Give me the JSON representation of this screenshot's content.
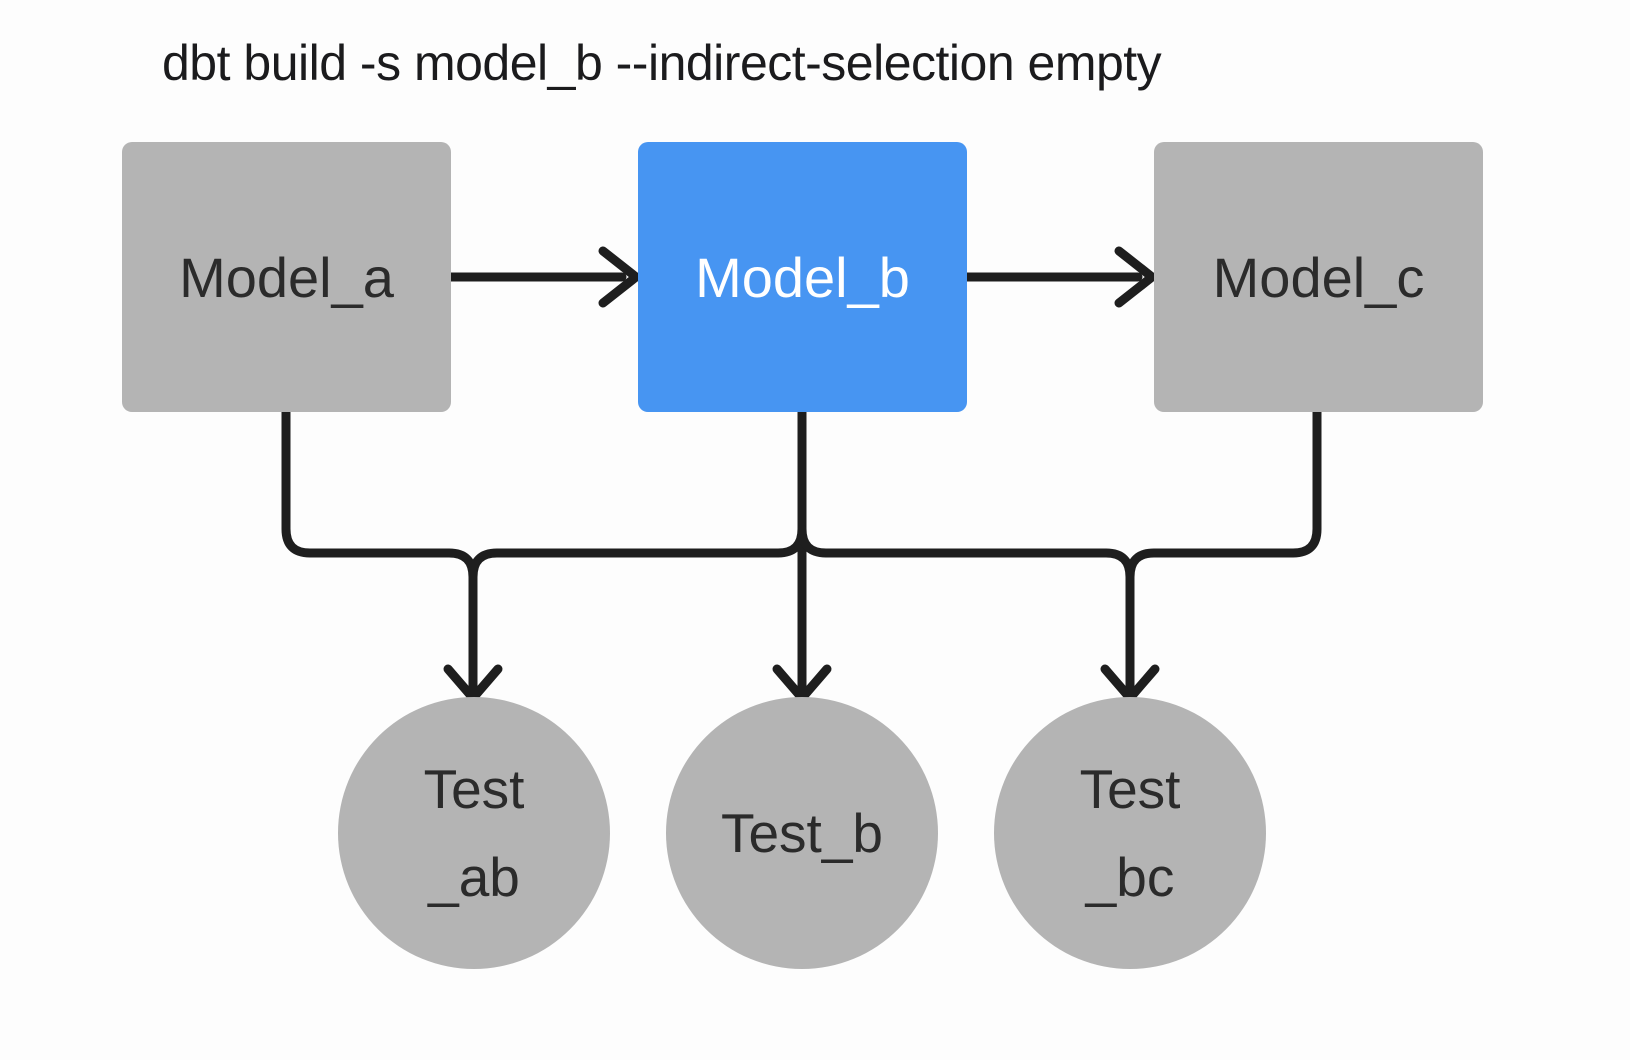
{
  "title": "dbt build -s model_b --indirect-selection empty",
  "nodes": {
    "model_a": {
      "label": "Model_a",
      "kind": "model",
      "selected": false
    },
    "model_b": {
      "label": "Model_b",
      "kind": "model",
      "selected": true
    },
    "model_c": {
      "label": "Model_c",
      "kind": "model",
      "selected": false
    }
  },
  "tests": {
    "test_ab": {
      "line1": "Test",
      "line2": "_ab",
      "kind": "test"
    },
    "test_b": {
      "line1": "Test_b",
      "kind": "test"
    },
    "test_bc": {
      "line1": "Test",
      "line2": "_bc",
      "kind": "test"
    }
  },
  "edges": [
    {
      "from": "model_a",
      "to": "model_b"
    },
    {
      "from": "model_b",
      "to": "model_c"
    },
    {
      "from": "model_a",
      "to": "test_ab"
    },
    {
      "from": "model_b",
      "to": "test_ab"
    },
    {
      "from": "model_b",
      "to": "test_b"
    },
    {
      "from": "model_b",
      "to": "test_bc"
    },
    {
      "from": "model_c",
      "to": "test_bc"
    }
  ],
  "colors": {
    "selected_node": "#4795f2",
    "unselected_node": "#b4b4b4",
    "edge": "#1e1e1e",
    "node_text": "#2b2b2b",
    "selected_node_text": "#ffffff",
    "title_text": "#1b1b1d",
    "background": "#fdfdfd"
  }
}
